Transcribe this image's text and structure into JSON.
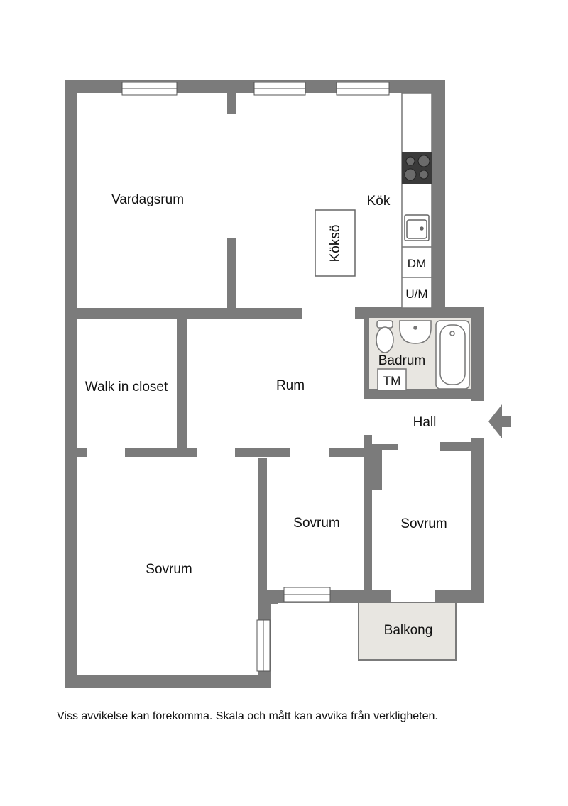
{
  "rooms": {
    "vardagsrum": "Vardagsrum",
    "kok": "Kök",
    "kokso": "Köksö",
    "walk_in_closet": "Walk in closet",
    "rum": "Rum",
    "badrum": "Badrum",
    "hall": "Hall",
    "sovrum_large": "Sovrum",
    "sovrum_middle": "Sovrum",
    "sovrum_right": "Sovrum",
    "balkong": "Balkong"
  },
  "fixtures": {
    "dishwasher": "DM",
    "oven": "U/M",
    "washer": "TM"
  },
  "disclaimer": "Viss avvikelse kan förekomma. Skala och mått kan avvika från verkligheten.",
  "colors": {
    "wall": "#7b7b7b",
    "bath_floor": "#e8e6e1",
    "balcony_floor": "#e8e6e1",
    "stove": "#3a3a3a"
  }
}
